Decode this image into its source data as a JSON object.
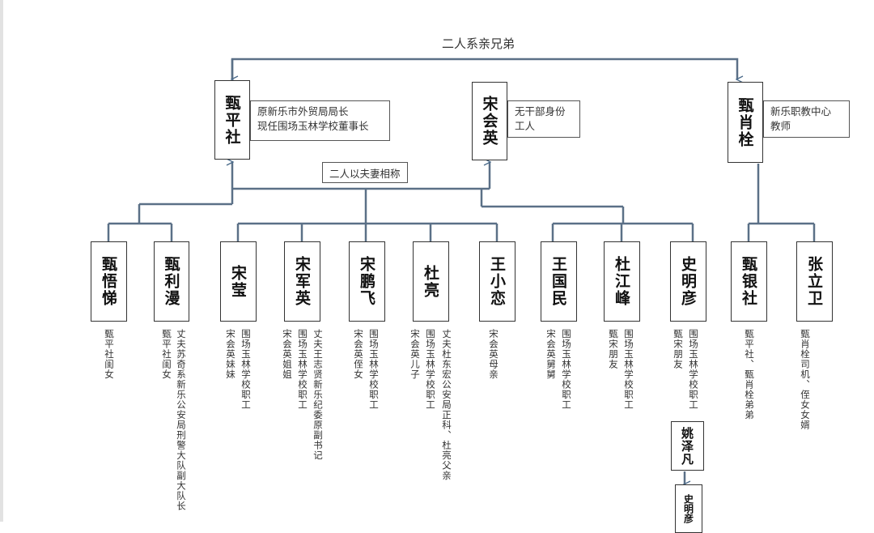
{
  "top_label": "二人系亲兄弟",
  "spouse_label": "二人以夫妻相称",
  "people": {
    "zhen_ping_she": {
      "name": "甄平社",
      "info": [
        "原新乐市外贸局局长",
        "现任围场玉林学校董事长"
      ]
    },
    "song_hui_ying": {
      "name": "宋会英",
      "info": [
        "无干部身份",
        "工人"
      ]
    },
    "zhen_xiao_shuan": {
      "name": "甄肖栓",
      "info": [
        "新乐职教中心",
        "教师"
      ]
    }
  },
  "children": [
    {
      "name": "甄悟悌",
      "notes": [
        "甄平社闺女"
      ]
    },
    {
      "name": "甄利漫",
      "notes": [
        "丈夫苏奇系新乐公安局刑警大队副大队长",
        "甄平社闺女"
      ]
    },
    {
      "name": "宋莹",
      "notes": [
        "围场玉林学校职工",
        "宋会英妹妹"
      ]
    },
    {
      "name": "宋军英",
      "notes": [
        "丈夫王志贤新乐纪委原副书记",
        "围场玉林学校职工",
        "宋会英姐姐"
      ]
    },
    {
      "name": "宋鹏飞",
      "notes": [
        "围场玉林学校职工",
        "宋会英侄女"
      ]
    },
    {
      "name": "杜亮",
      "notes": [
        "丈夫杜东宏公安局正科、杜亮父亲",
        "围场玉林学校职工",
        "宋会英儿子"
      ]
    },
    {
      "name": "王小恋",
      "notes": [
        "宋会英母亲"
      ]
    },
    {
      "name": "王国民",
      "notes": [
        "围场玉林学校职工",
        "宋会英舅舅"
      ]
    },
    {
      "name": "杜江峰",
      "notes": [
        "围场玉林学校职工",
        "甄宋朋友"
      ]
    },
    {
      "name": "史明彦",
      "notes": [
        "围场玉林学校职工",
        "甄宋朋友"
      ]
    },
    {
      "name": "甄银社",
      "notes": [
        "甄平社、甄肖栓弟弟"
      ]
    },
    {
      "name": "张立卫",
      "notes": [
        "甄肖栓司机、侄女女婿"
      ]
    }
  ],
  "sub": {
    "yao_ze_fan": {
      "name": "姚泽凡"
    },
    "shi_ming_yan_2": {
      "name": "史明彦"
    }
  }
}
